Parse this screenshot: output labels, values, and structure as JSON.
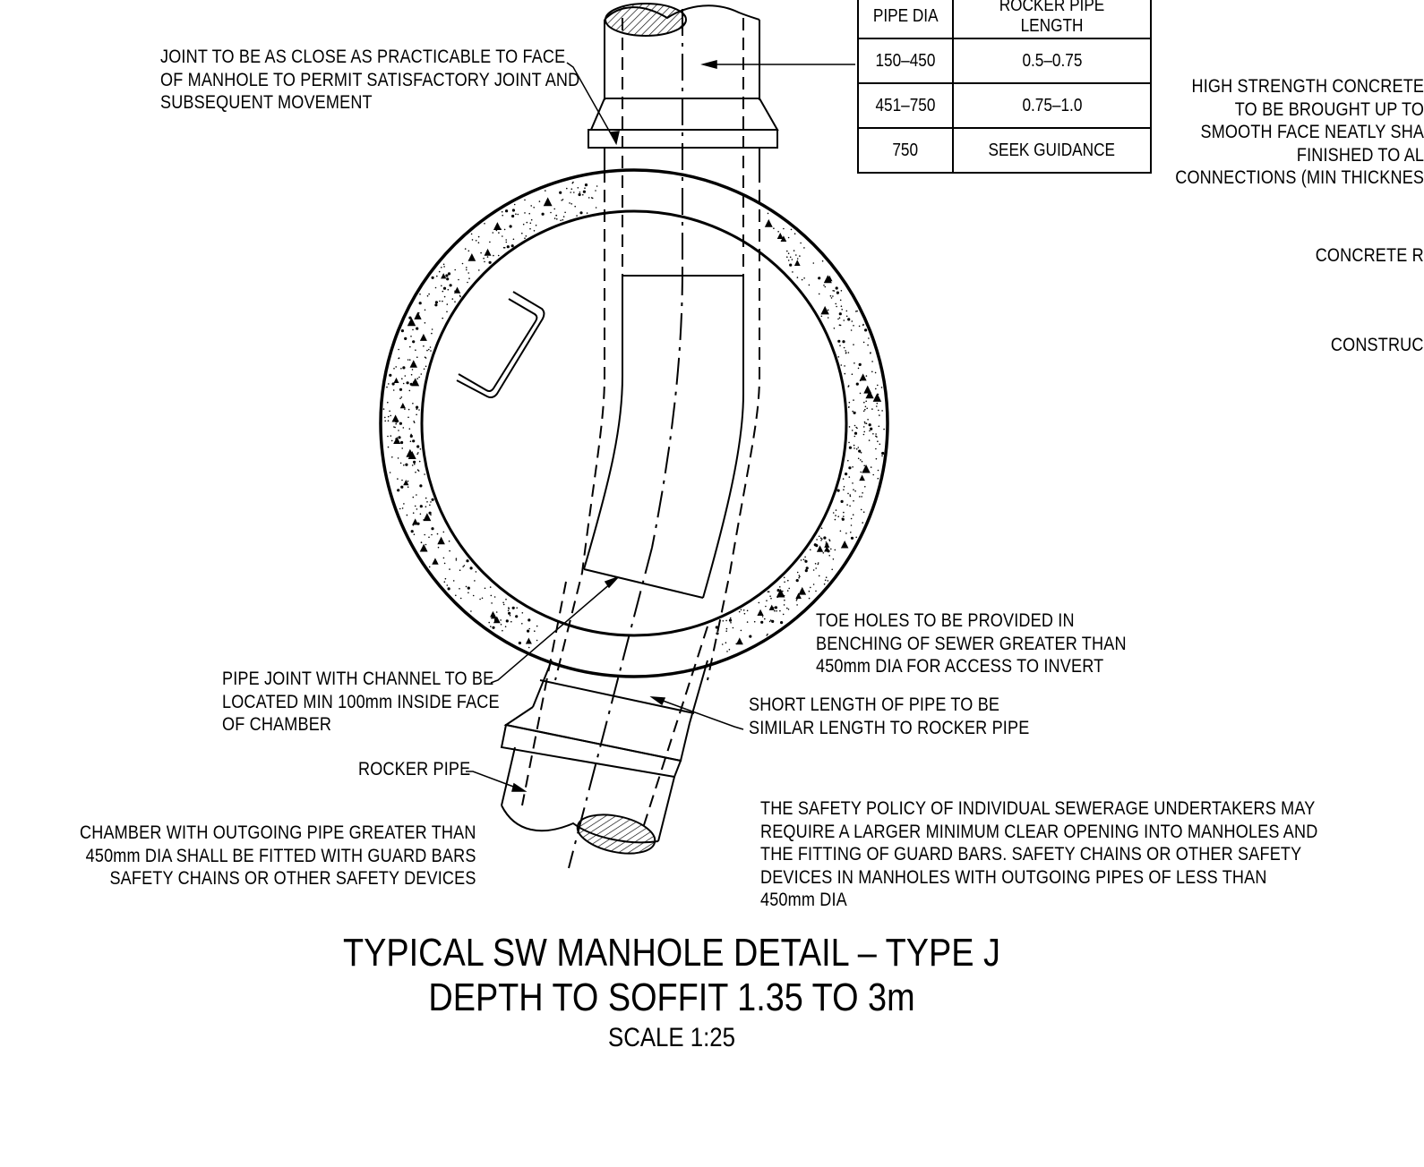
{
  "table": {
    "headers": [
      "PIPE DIA",
      "ROCKER PIPE LENGTH"
    ],
    "rows": [
      [
        "150–450",
        "0.5–0.75"
      ],
      [
        "451–750",
        "0.75–1.0"
      ],
      [
        "750",
        "SEEK GUIDANCE"
      ]
    ]
  },
  "notes": {
    "joint": [
      "JOINT TO BE AS CLOSE AS PRACTICABLE TO FACE",
      "OF MANHOLE TO PERMIT SATISFACTORY JOINT AND",
      "SUBSEQUENT MOVEMENT"
    ],
    "high_strength": [
      "HIGH STRENGTH CONCRETE",
      "TO BE BROUGHT UP TO",
      "SMOOTH FACE NEATLY SHA",
      "FINISHED TO AL",
      "CONNECTIONS (MIN THICKNES"
    ],
    "concrete": [
      "CONCRETE R"
    ],
    "construct": [
      "CONSTRUC"
    ],
    "toe_holes": [
      "TOE HOLES TO BE PROVIDED IN",
      "BENCHING OF SEWER GREATER THAN",
      "450mm DIA FOR ACCESS TO INVERT"
    ],
    "pipe_joint": [
      "PIPE JOINT WITH CHANNEL TO BE",
      "LOCATED MIN 100mm INSIDE FACE",
      "OF CHAMBER"
    ],
    "short_length": [
      "SHORT LENGTH OF PIPE TO BE",
      "SIMILAR LENGTH TO ROCKER PIPE"
    ],
    "rocker_pipe": [
      "ROCKER PIPE"
    ],
    "chamber": [
      "CHAMBER WITH OUTGOING PIPE GREATER THAN",
      "450mm DIA SHALL BE FITTED WITH GUARD BARS",
      "SAFETY CHAINS OR OTHER SAFETY DEVICES"
    ],
    "safety_policy": [
      "THE SAFETY POLICY OF INDIVIDUAL SEWERAGE UNDERTAKERS MAY",
      "REQUIRE A LARGER MINIMUM CLEAR OPENING INTO MANHOLES AND",
      "THE FITTING OF GUARD BARS. SAFETY CHAINS OR OTHER SAFETY",
      "DEVICES IN MANHOLES WITH OUTGOING PIPES OF LESS THAN",
      "450mm DIA"
    ]
  },
  "title": {
    "line1": "TYPICAL SW MANHOLE DETAIL – TYPE J",
    "line2": "DEPTH TO SOFFIT 1.35 TO 3m",
    "scale": "SCALE 1:25"
  }
}
